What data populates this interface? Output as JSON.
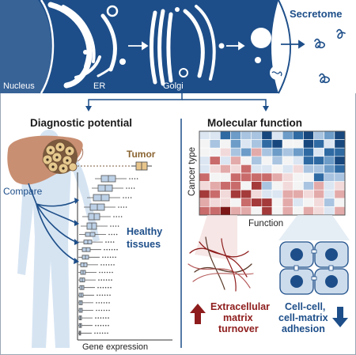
{
  "secretion_banner": {
    "nucleus_label": "Nucleus",
    "er_label": "ER",
    "golgi_label": "Golgi",
    "secretome_label": "Secretome"
  },
  "diagnostic_panel": {
    "heading": "Diagnostic potential",
    "tumor_label": "Tumor",
    "compare_label": "Compare",
    "healthy_label_line1": "Healthy",
    "healthy_label_line2": "tissues",
    "xaxis_label": "Gene expression"
  },
  "function_panel": {
    "heading": "Molecular function",
    "yaxis_label": "Cancer type",
    "xaxis_label": "Function",
    "ecm_line1": "Extracellular",
    "ecm_line2": "matrix",
    "ecm_line3": "turnover",
    "adhesion_line1": "Cell-cell,",
    "adhesion_line2": "cell-matrix",
    "adhesion_line3": "adhesion"
  },
  "colors": {
    "navy": "#1d4e89",
    "dark_red": "#8e1c1c",
    "liver": "#c98f72",
    "tumor_box": "#e8c58b",
    "healthy_box": "#bcd0e6",
    "body": "#d6e4f2"
  }
}
